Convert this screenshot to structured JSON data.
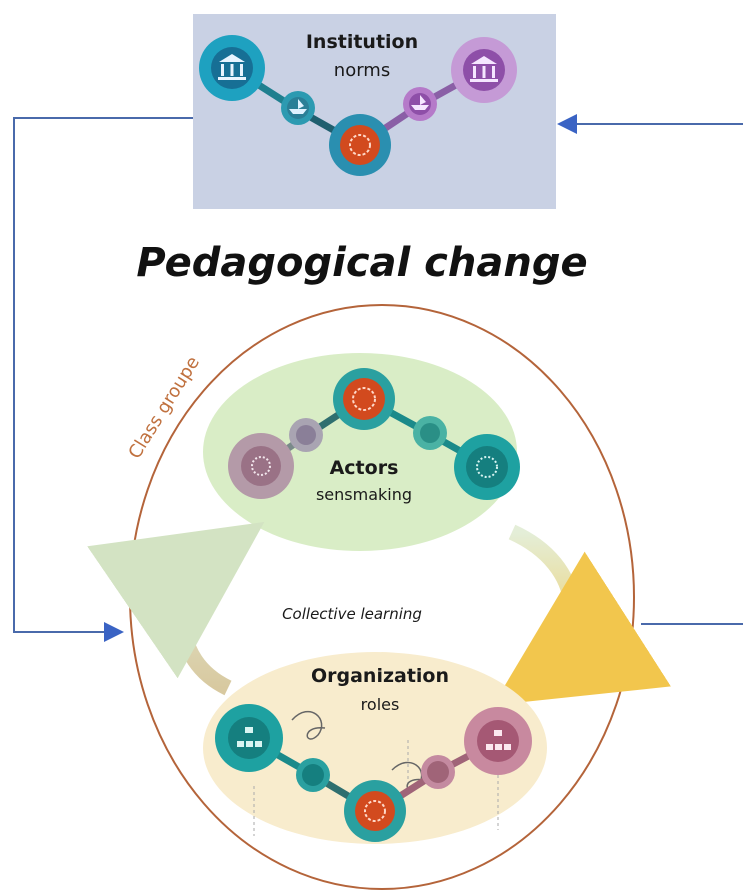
{
  "title": "Pedagogical change",
  "institution": {
    "title": "Institution",
    "subtitle": "norms"
  },
  "actors": {
    "title": "Actors",
    "subtitle": "sensmaking"
  },
  "organization": {
    "title": "Organization",
    "subtitle": "roles"
  },
  "class_group_label": "Class groupe",
  "cycle_label": "Collective learning",
  "colors": {
    "connector": "#4a6aab",
    "arrowhead": "#3a63c4",
    "outer_ellipse": "#b4643a",
    "institution_bg": "#c9d1e4",
    "actors_bg": "#d9edc6",
    "organization_bg": "#f8eccd",
    "teal": "#1ea1a1",
    "purple": "#a57ab9",
    "mauve": "#a97c8c",
    "red_orange": "#d24a1e",
    "pink": "#b86a88"
  },
  "icons": [
    "building-icon",
    "boat-icon",
    "network-icon",
    "people-icon",
    "hierarchy-icon",
    "gear-icon"
  ]
}
